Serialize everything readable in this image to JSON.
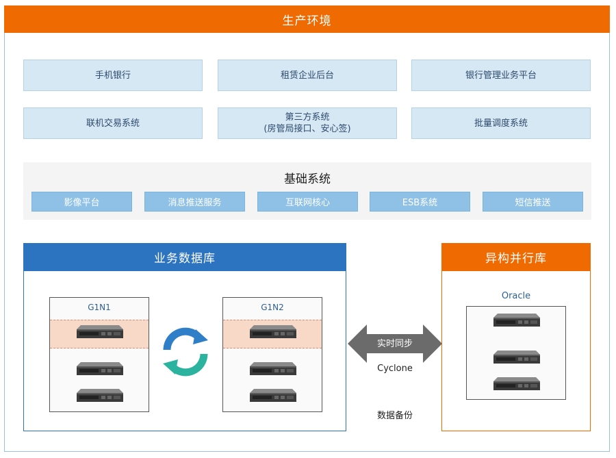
{
  "production": {
    "title": "生产环境"
  },
  "apps": {
    "mobile_banking": "手机银行",
    "leasing_backend": "租赁企业后台",
    "bank_mgmt": "银行管理业务平台",
    "online_trade": "联机交易系统",
    "third_party_line1": "第三方系统",
    "third_party_line2": "(房管局接口、安心签)",
    "batch_sched": "批量调度系统"
  },
  "base_system": {
    "title": "基础系统",
    "items": [
      "影像平台",
      "消息推送服务",
      "互联网核心",
      "ESB系统",
      "短信推送"
    ]
  },
  "business_db": {
    "title": "业务数据库",
    "node1": "G1N1",
    "node2": "G1N2"
  },
  "hetero_db": {
    "title": "异构并行库",
    "node": "Oracle"
  },
  "sync": {
    "arrow_label": "实时同步",
    "tool": "Cyclone",
    "backup": "数据备份"
  },
  "colors": {
    "orange": "#ef6a00",
    "blue": "#2c73c0",
    "light_blue": "#d7e8f5",
    "btn_blue": "#8fc1e7",
    "highlight": "#f8d8c6",
    "arrow_gray": "#6b6b6b",
    "cycle_blue": "#2f7fc8",
    "cycle_teal": "#2bb3a0"
  }
}
